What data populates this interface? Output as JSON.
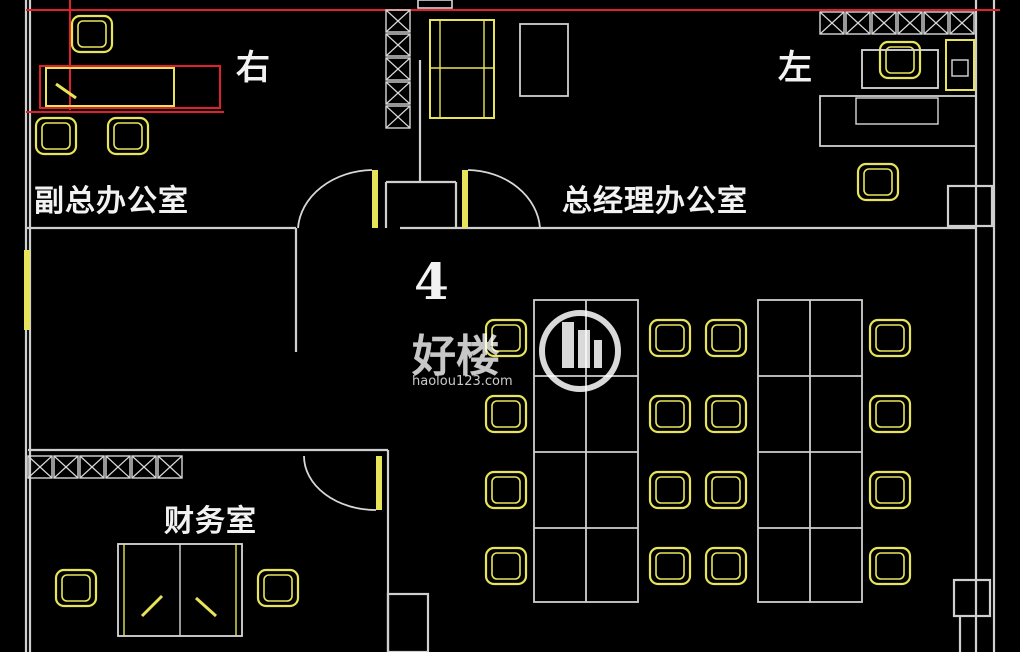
{
  "labels": {
    "right": "右",
    "left": "左",
    "deputy_office": "副总办公室",
    "gm_office": "总经理办公室",
    "room_number": "4",
    "finance_room": "财务室"
  },
  "watermark": {
    "brand": "好楼",
    "site": "haolou123.com"
  },
  "colors": {
    "background": "#000000",
    "wall": "#cfcfcf",
    "furniture": "#e8e45a",
    "highlight": "#e0202a",
    "text": "#f2f2f2"
  }
}
